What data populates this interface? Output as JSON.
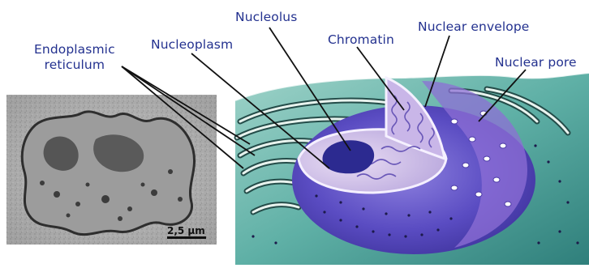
{
  "labels": {
    "endoplasmic_line1": "Endoplasmic",
    "endoplasmic_line2": "reticulum",
    "nucleoplasm": "Nucleoplasm",
    "nucleolus": "Nucleolus",
    "chromatin": "Chromatin",
    "nuclear_envelope": "Nuclear envelope",
    "nuclear_pore": "Nuclear pore"
  },
  "micrograph": {
    "scale_bar_label": "2,5 µm"
  },
  "colors": {
    "label_text": "#23318f",
    "leader_line": "#111111",
    "nucleus_purple": "#4f43b5",
    "nucleolus_dark": "#2a2a8e",
    "cytoplasm_teal": "#55a9a2",
    "er_membrane": "#2b5f5b"
  }
}
